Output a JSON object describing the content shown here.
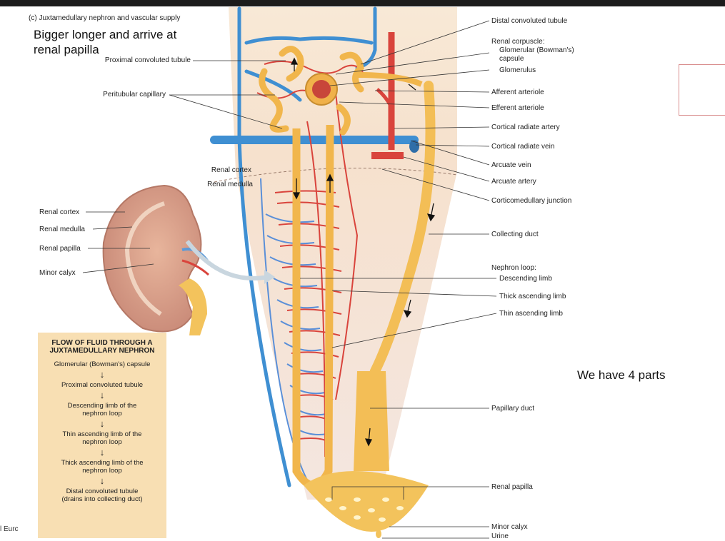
{
  "caption": "(c) Juxtamedullary nephron and vascular supply",
  "notes": {
    "top_left_line1": "Bigger longer and arrive at",
    "top_left_line2": "renal papilla",
    "right": "We have 4 parts"
  },
  "labels_right": [
    "Distal convoluted tubule",
    "Renal corpuscle:",
    "Glomerular (Bowman's)",
    "capsule",
    "Glomerulus",
    "Afferent arteriole",
    "Efferent arteriole",
    "Cortical radiate artery",
    "Cortical radiate vein",
    "Arcuate vein",
    "Arcuate artery",
    "Corticomedullary junction",
    "Collecting duct",
    "Nephron loop:",
    "Descending limb",
    "Thick ascending limb",
    "Thin ascending limb",
    "Papillary duct",
    "Renal papilla",
    "Minor calyx",
    "Urine"
  ],
  "labels_left": {
    "proximal": "Proximal convoluted tubule",
    "peritubular": "Peritubular capillary",
    "cortex_inset": "Renal cortex",
    "medulla_inset": "Renal medulla",
    "kidney_cortex": "Renal cortex",
    "kidney_medulla": "Renal medulla",
    "kidney_papilla": "Renal papilla",
    "kidney_calyx": "Minor calyx"
  },
  "flow": {
    "title_line1": "FLOW OF FLUID THROUGH A",
    "title_line2": "JUXTAMEDULLARY NEPHRON",
    "steps": [
      [
        "Glomerular (Bowman's) capsule"
      ],
      [
        "Proximal convoluted tubule"
      ],
      [
        "Descending limb of the",
        "nephron loop"
      ],
      [
        "Thin ascending limb of the",
        "nephron loop"
      ],
      [
        "Thick ascending limb of the",
        "nephron loop"
      ],
      [
        "Distal convoluted tubule",
        "(drains into collecting duct)"
      ]
    ]
  },
  "left_edge_text": "l Eurc",
  "colors": {
    "artery": "#d9443c",
    "vein": "#3f8fd2",
    "tubule": "#f1b64c",
    "cortex_bg": "#f7e2c4",
    "medulla_bg": "#f3d8c9",
    "flow_box": "#f8dfb3"
  }
}
